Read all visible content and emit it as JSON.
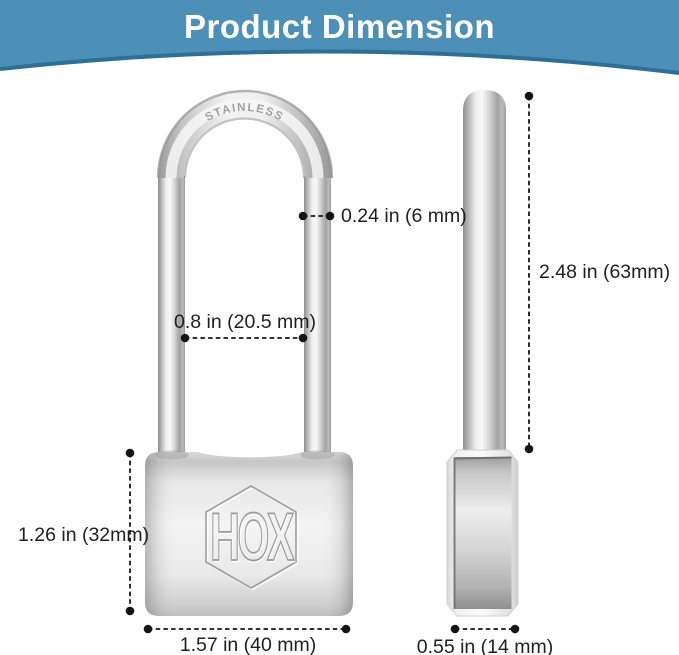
{
  "banner": {
    "title": "Product Dimension",
    "color": "#4c8fb7",
    "edge_color": "#2f6f96",
    "text_color": "#ffffff"
  },
  "front_view": {
    "shackle_engraving": "STAINLESS",
    "logo": "HOX"
  },
  "dimensions": {
    "shackle_diameter": "0.24 in (6 mm)",
    "inner_width": "0.8 in (20.5 mm)",
    "shackle_height": "2.48 in (63mm)",
    "body_height": "1.26 in (32mm)",
    "body_width": "1.57 in (40 mm)",
    "body_depth": "0.55 in (14 mm)"
  }
}
